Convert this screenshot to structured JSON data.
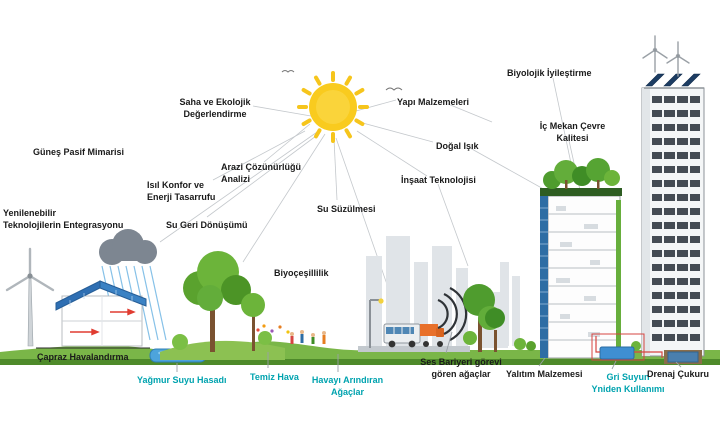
{
  "labels": {
    "gunes_pasif_mimarisi": {
      "text": "Güneş Pasif Mimarisi"
    },
    "saha_ekolojik": {
      "line1": "Saha ve Ekolojik",
      "line2": "Değerlendirme"
    },
    "yapi_malzemeleri": {
      "text": "Yapı Malzemeleri"
    },
    "biyolojik_iyilestirme": {
      "text": "Biyolojik İyileştirme"
    },
    "ic_mekan_cevre": {
      "line1": "İç Mekan Çevre",
      "line2": "Kalitesi"
    },
    "dogal_isik": {
      "text": "Doğal Işık"
    },
    "insaat_teknolojisi": {
      "text": "İnşaat Teknolojisi"
    },
    "arazi_cozunurlugu": {
      "line1": "Arazi Çözünürlüğü",
      "line2": "Analizi"
    },
    "isil_konfor": {
      "line1": "Isıl Konfor ve",
      "line2": "Enerji Tasarrufu"
    },
    "su_geri_donusumu": {
      "text": "Su Geri Dönüşümü"
    },
    "su_suzulmesi": {
      "text": "Su Süzülmesi"
    },
    "yenilenebilir_teknolojiler": {
      "line1": "Yenilenebilir",
      "line2": "Teknolojilerin Entegrasyonu"
    },
    "biyocesitlilik": {
      "text": "Biyoçeşillilik"
    },
    "capraz_havalandirma": {
      "text": "Çapraz Havalandırma"
    },
    "yagmur_suyu_hasadi": {
      "text": "Yağmur Suyu Hasadı"
    },
    "temiz_hava": {
      "text": "Temiz Hava"
    },
    "havayi_arindiran_agaclar": {
      "line1": "Havayı Arındıran",
      "line2": "Ağaçlar"
    },
    "ses_bariyeri": {
      "line1": "Ses Bariyeri görevi",
      "line2": "gören ağaçlar"
    },
    "yalitim_malzemesi": {
      "text": "Yalıtım Malzemesi"
    },
    "gri_suyun": {
      "line1": "Gri Suyun",
      "line2": "Yniden Kullanımı"
    },
    "drenaj_cukuru": {
      "text": "Drenaj Çukuru"
    }
  },
  "colors": {
    "teal_label": "#00a3af",
    "black_label": "#1a1a1a",
    "sun_yellow": "#f9cb1e",
    "ground_green": "#7ab648",
    "water_blue": "#4da4dc",
    "solar_blue": "#2e6da4"
  }
}
